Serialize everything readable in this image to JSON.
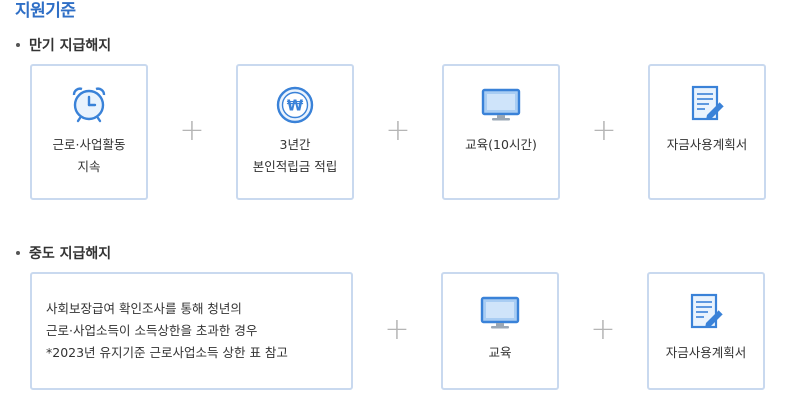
{
  "title": "지원기준",
  "section1": {
    "heading": "만기 지급해지",
    "items": [
      {
        "icon": "alarm-clock-icon",
        "line1": "근로·사업활동",
        "line2": "지속"
      },
      {
        "icon": "won-coin-icon",
        "line1": "3년간",
        "line2": "본인적립금 적립"
      },
      {
        "icon": "monitor-icon",
        "line1": "교육(10시간)",
        "line2": ""
      },
      {
        "icon": "document-pen-icon",
        "line1": "자금사용계획서",
        "line2": ""
      }
    ]
  },
  "section2": {
    "heading": "중도 지급해지",
    "condition": {
      "line1": "사회보장급여 확인조사를 통해 청년의",
      "line2": "근로·사업소득이 소득상한을 초과한 경우",
      "line3": "*2023년 유지기준 근로사업소득 상한 표 참고"
    },
    "items": [
      {
        "icon": "monitor-icon",
        "line1": "교육"
      },
      {
        "icon": "document-pen-icon",
        "line1": "자금사용계획서"
      }
    ]
  },
  "plus_symbol": "+",
  "colors": {
    "accent": "#2f6fc6",
    "box_border": "#c9d9ef",
    "icon_blue": "#3a82d8",
    "icon_light": "#a9cdf3"
  }
}
